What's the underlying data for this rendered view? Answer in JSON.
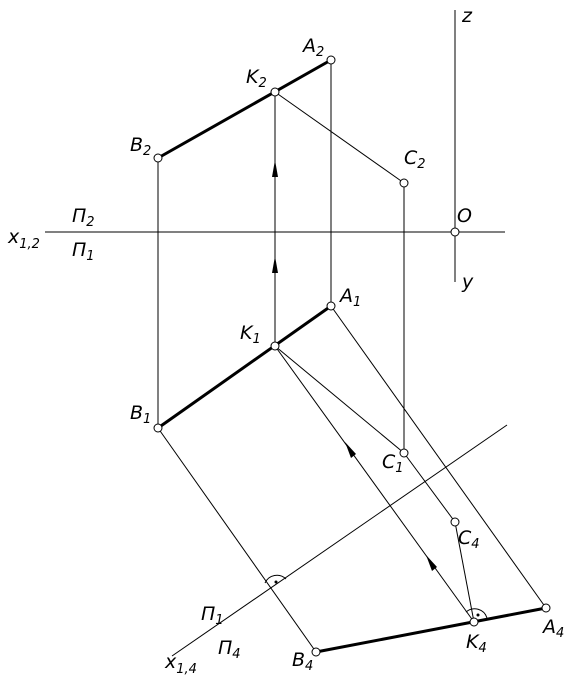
{
  "axes": {
    "x12": {
      "main": "x",
      "sub": "1,2"
    },
    "x14": {
      "main": "x",
      "sub": "1,4"
    },
    "z": "z",
    "y": "y",
    "origin": "O"
  },
  "planes": {
    "p2_upper": {
      "main": "Π",
      "sub": "2"
    },
    "p1_lower": {
      "main": "Π",
      "sub": "1"
    },
    "p1_new": {
      "main": "Π",
      "sub": "1"
    },
    "p4_new": {
      "main": "Π",
      "sub": "4"
    }
  },
  "points": {
    "A2": {
      "main": "A",
      "sub": "2"
    },
    "K2": {
      "main": "K",
      "sub": "2"
    },
    "B2": {
      "main": "B",
      "sub": "2"
    },
    "C2": {
      "main": "C",
      "sub": "2"
    },
    "A1": {
      "main": "A",
      "sub": "1"
    },
    "K1": {
      "main": "K",
      "sub": "1"
    },
    "B1": {
      "main": "B",
      "sub": "1"
    },
    "C1": {
      "main": "C",
      "sub": "1"
    },
    "C4": {
      "main": "C",
      "sub": "4"
    },
    "K4": {
      "main": "K",
      "sub": "4"
    },
    "A4": {
      "main": "A",
      "sub": "4"
    },
    "B4": {
      "main": "B",
      "sub": "4"
    }
  }
}
